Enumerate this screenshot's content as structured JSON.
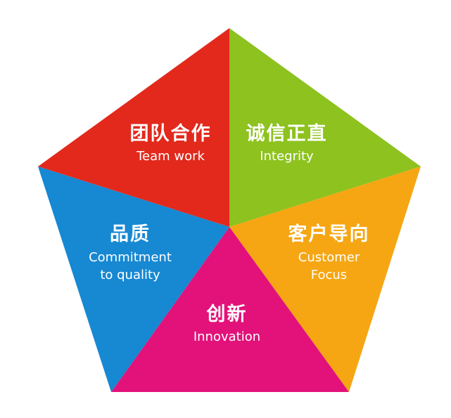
{
  "colors": {
    "teamwork": "#e2291c",
    "integrity": "#8dc21f",
    "quality": "#1788d2",
    "customer": "#f5a612",
    "innovation": "#e2127a",
    "text": "#ffffff"
  },
  "segments": {
    "teamwork": {
      "zh": "团队合作",
      "en": "Team work"
    },
    "integrity": {
      "zh": "诚信正直",
      "en": "Integrity"
    },
    "quality": {
      "zh": "品质",
      "en_line1": "Commitment",
      "en_line2": "to quality"
    },
    "customer": {
      "zh": "客户导向",
      "en_line1": "Customer",
      "en_line2": "Focus"
    },
    "innovation": {
      "zh": "创新",
      "en": "Innovation"
    }
  }
}
